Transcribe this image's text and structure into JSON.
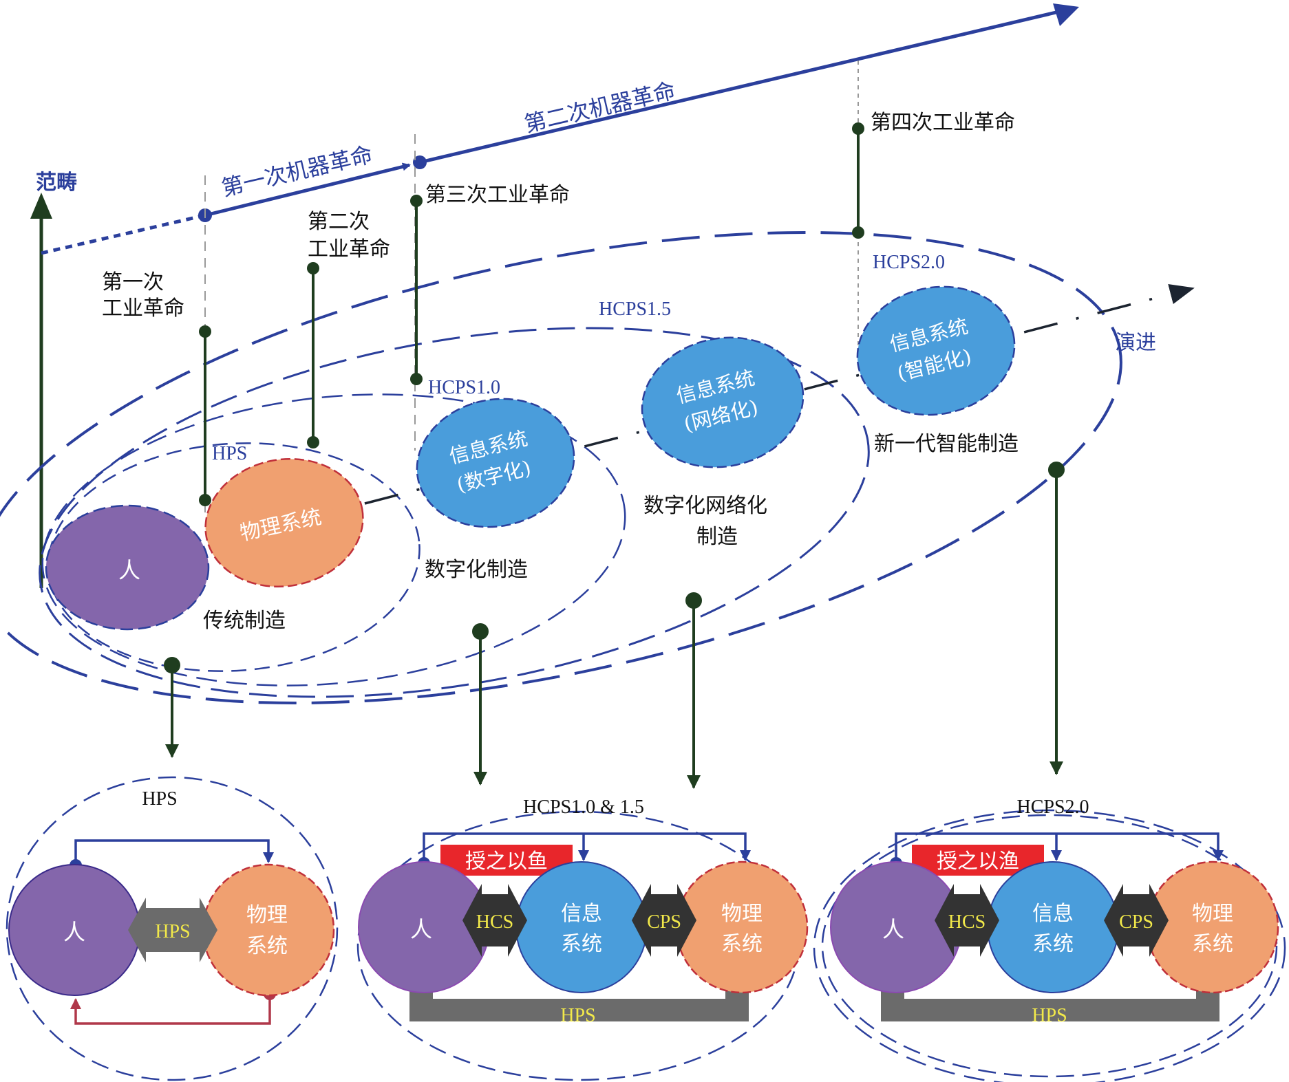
{
  "axes": {
    "paradigm": "范畴",
    "evolution": "演进"
  },
  "machine_revolutions": {
    "first": "第一次机器革命",
    "second": "第二次机器革命"
  },
  "industrial_revolutions": {
    "first_line1": "第一次",
    "first_line2": "工业革命",
    "second_line1": "第二次",
    "second_line2": "工业革命",
    "third": "第三次工业革命",
    "fourth": "第四次工业革命"
  },
  "stages": {
    "hps": "HPS",
    "hcps10": "HCPS1.0",
    "hcps15": "HCPS1.5",
    "hcps20": "HCPS2.0"
  },
  "nodes": {
    "human": "人",
    "physical": "物理系统",
    "info_digital_line1": "信息系统",
    "info_digital_line2": "(数字化)",
    "info_network_line1": "信息系统",
    "info_network_line2": "(网络化)",
    "info_smart_line1": "信息系统",
    "info_smart_line2": "(智能化)"
  },
  "manufacturing": {
    "traditional": "传统制造",
    "digital": "数字化制造",
    "digital_network_line1": "数字化网络化",
    "digital_network_line2": "制造",
    "new_smart": "新一代智能制造"
  },
  "panels": {
    "left": {
      "title": "HPS",
      "human": "人",
      "physical_line1": "物理",
      "physical_line2": "系统",
      "link": "HPS"
    },
    "middle": {
      "title": "HCPS1.0 & 1.5",
      "banner": "授之以鱼",
      "human": "人",
      "info_line1": "信息",
      "info_line2": "系统",
      "physical_line1": "物理",
      "physical_line2": "系统",
      "hcs": "HCS",
      "cps": "CPS",
      "hps": "HPS"
    },
    "right": {
      "title": "HCPS2.0",
      "banner": "授之以渔",
      "human": "人",
      "info_line1": "信息",
      "info_line2": "系统",
      "physical_line1": "物理",
      "physical_line2": "系统",
      "hcs": "HCS",
      "cps": "CPS",
      "hps": "HPS"
    }
  },
  "colors": {
    "human": "#8466ab",
    "physical": "#f0a070",
    "info": "#4a9ddb",
    "blue": "#2b3f9c",
    "green": "#1f3d1f",
    "banner": "#e8262b",
    "gray": "#6b6b6b",
    "hexdark": "#333333",
    "yellow": "#f2e94a"
  }
}
